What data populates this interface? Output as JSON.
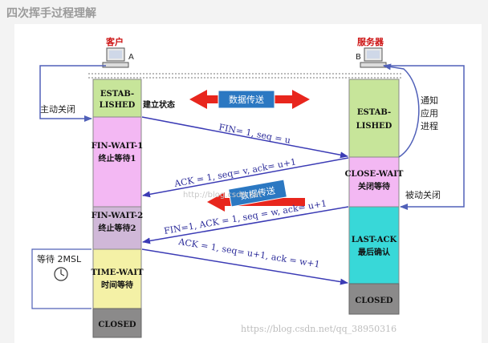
{
  "page_title": "四次挥手过程理解",
  "client": {
    "label": "客户",
    "letter": "A"
  },
  "server": {
    "label": "服务器",
    "letter": "B"
  },
  "client_states": {
    "established": [
      "ESTAB-",
      "LISHED"
    ],
    "established_note": "建立状态",
    "fin_wait_1": [
      "FIN-WAIT-1",
      "终止等待1"
    ],
    "fin_wait_2": [
      "FIN-WAIT-2",
      "终止等待2"
    ],
    "time_wait": [
      "TIME-WAIT",
      "时间等待"
    ],
    "closed": "CLOSED"
  },
  "server_states": {
    "established": [
      "ESTAB-",
      "LISHED"
    ],
    "close_wait": [
      "CLOSE-WAIT",
      "关闭等待"
    ],
    "last_ack": [
      "LAST-ACK",
      "最后确认"
    ],
    "closed": "CLOSED"
  },
  "notes": {
    "active_close": "主动关闭",
    "passive_close": "被动关闭",
    "notify_app": [
      "通知",
      "应用",
      "进程"
    ],
    "wait_2msl": "等待 2MSL",
    "data_transfer_1": "数据传送",
    "data_transfer_2": "数据传送"
  },
  "messages": {
    "fin1": "FIN= 1, seq = u",
    "ack1": "ACK = 1, seq= v, ack= u+1",
    "fin2": "FIN=1, ACK = 1, seq = w, ack= u+1",
    "ack2": "ACK = 1, seq= u+1, ack = w+1"
  },
  "watermark": "https://blog.csdn.net/qq_38950316",
  "watermark_mid": "http://blog.csdn.net"
}
